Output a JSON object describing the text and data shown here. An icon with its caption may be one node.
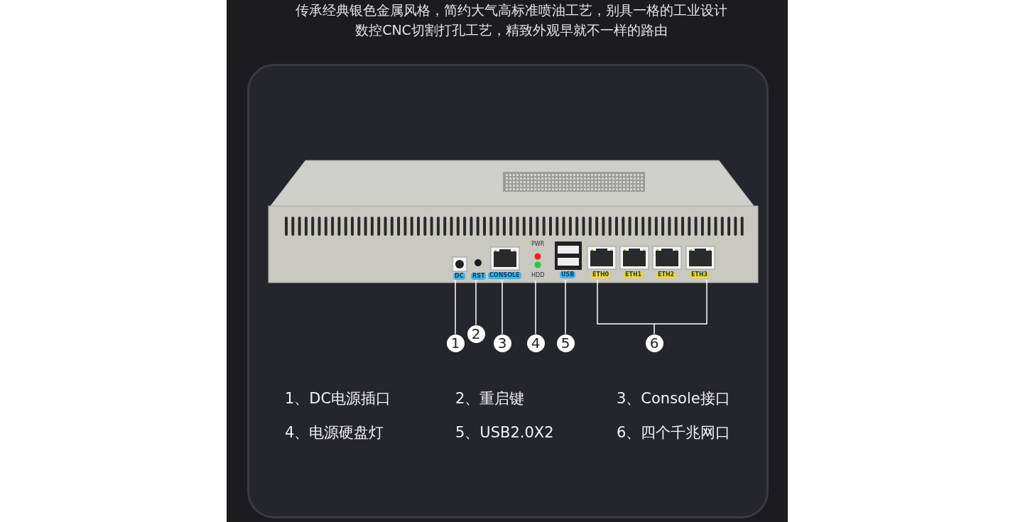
{
  "diagram": {
    "nodes": [
      {
        "text": [
          "1"
        ]
      },
      {
        "text": [
          "2"
        ]
      },
      {
        "text": [
          "3"
        ]
      },
      {
        "text": [
          "4"
        ]
      },
      {
        "text": [
          "5"
        ]
      },
      {
        "text": [
          "6"
        ]
      },
      {
        "text": [],
        "shape": "picture"
      },
      {
        "text": [],
        "shape": "picture"
      },
      {
        "text": [],
        "shape": "picture"
      },
      {
        "text": [],
        "shape": "picture"
      },
      {
        "text": [],
        "shape": "picture"
      },
      {
        "text": [],
        "shape": "picture"
      }
    ],
    "edges": [
      {
        "from": 0,
        "to": 6,
        "arrow": "none"
      },
      {
        "from": 1,
        "to": 7,
        "arrow": "none"
      },
      {
        "from": 2,
        "to": 8,
        "arrow": "none"
      },
      {
        "from": 3,
        "to": 9,
        "arrow": "none"
      },
      {
        "from": 4,
        "to": 10,
        "arrow": "none"
      },
      {
        "from": 5,
        "to": 11,
        "arrow": "none"
      }
    ],
    "labels": [
      "传承经典银色金属风格，简约大气高标准喷油工艺，别具一格的工业设计",
      "数控CNC切割打孔工艺，精致外观早就不一样的路由",
      "PWR",
      "DC",
      "RST",
      "CONSOLE",
      "HDD",
      "USB",
      "ETH0",
      "ETH1",
      "ETH2",
      "ETH3",
      "1、DC电源插口",
      "2、重启键",
      "3、Console接口",
      "4、电源硬盘灯",
      "5、USB2.0X2",
      "6、四个千兆网口"
    ]
  }
}
